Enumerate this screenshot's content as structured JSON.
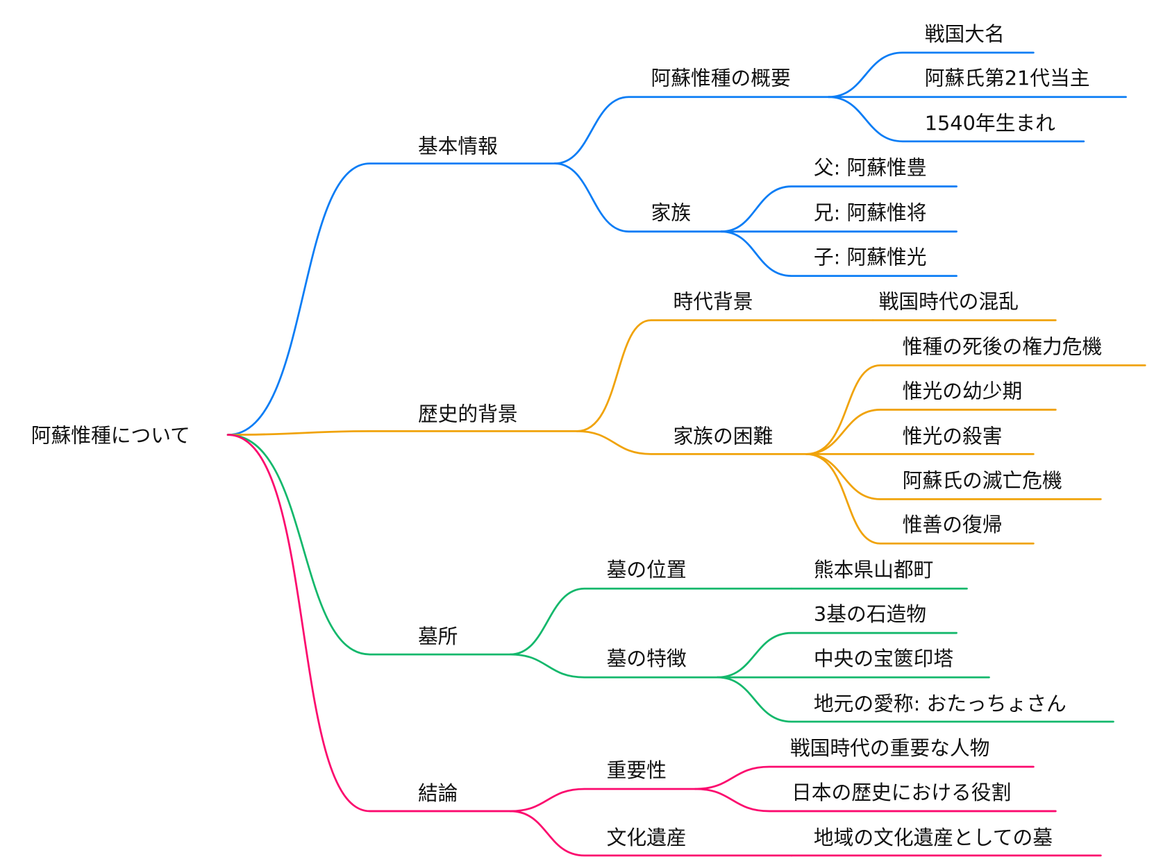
{
  "root": "阿蘇惟種について",
  "colors": {
    "basic": "#0b7df5",
    "history": "#f0a30a",
    "grave": "#14b86c",
    "conclusion": "#fb0a6e"
  },
  "basic": {
    "label": "基本情報",
    "overview": {
      "label": "阿蘇惟種の概要",
      "items": [
        "戦国大名",
        "阿蘇氏第21代当主",
        "1540年生まれ"
      ]
    },
    "family": {
      "label": "家族",
      "items": [
        "父: 阿蘇惟豊",
        "兄: 阿蘇惟将",
        "子: 阿蘇惟光"
      ]
    }
  },
  "history": {
    "label": "歴史的背景",
    "era": {
      "label": "時代背景",
      "items": [
        "戦国時代の混乱"
      ]
    },
    "difficulty": {
      "label": "家族の困難",
      "items": [
        "惟種の死後の権力危機",
        "惟光の幼少期",
        "惟光の殺害",
        "阿蘇氏の滅亡危機",
        "惟善の復帰"
      ]
    }
  },
  "grave": {
    "label": "墓所",
    "location": {
      "label": "墓の位置",
      "items": [
        "熊本県山都町"
      ]
    },
    "features": {
      "label": "墓の特徴",
      "items": [
        "3基の石造物",
        "中央の宝篋印塔",
        "地元の愛称: おたっちょさん"
      ]
    }
  },
  "conclusion": {
    "label": "結論",
    "importance": {
      "label": "重要性",
      "items": [
        "戦国時代の重要な人物",
        "日本の歴史における役割"
      ]
    },
    "heritage": {
      "label": "文化遺産",
      "items": [
        "地域の文化遺産としての墓"
      ]
    }
  }
}
